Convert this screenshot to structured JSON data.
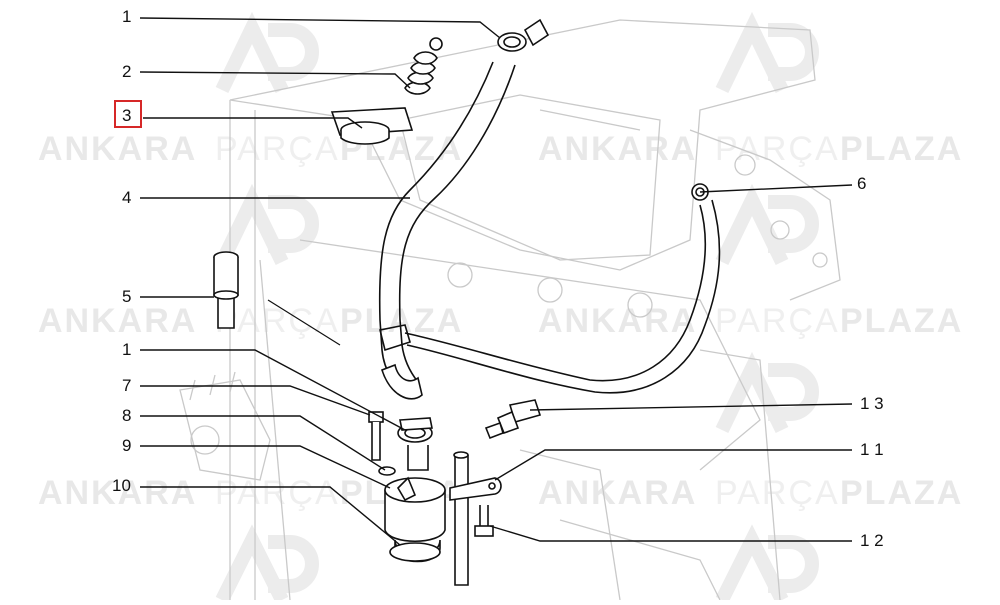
{
  "watermark": {
    "word1": "ANKARA",
    "word2": "PARÇA",
    "word3": "PLAZA"
  },
  "callouts": [
    {
      "id": "c1a",
      "label": "1"
    },
    {
      "id": "c2",
      "label": "2"
    },
    {
      "id": "c3",
      "label": "3",
      "highlighted": true
    },
    {
      "id": "c4",
      "label": "4"
    },
    {
      "id": "c5",
      "label": "5"
    },
    {
      "id": "c1b",
      "label": "1"
    },
    {
      "id": "c7",
      "label": "7"
    },
    {
      "id": "c8",
      "label": "8"
    },
    {
      "id": "c9",
      "label": "9"
    },
    {
      "id": "c10",
      "label": "10"
    },
    {
      "id": "c6",
      "label": "6"
    },
    {
      "id": "c13",
      "label": "1 3"
    },
    {
      "id": "c11",
      "label": "1 1"
    },
    {
      "id": "c12",
      "label": "1 2"
    }
  ],
  "colors": {
    "highlight": "#d62828",
    "line": "#111111",
    "background_drawing": "#c9c9c9",
    "watermark": "#e8e8e8"
  }
}
